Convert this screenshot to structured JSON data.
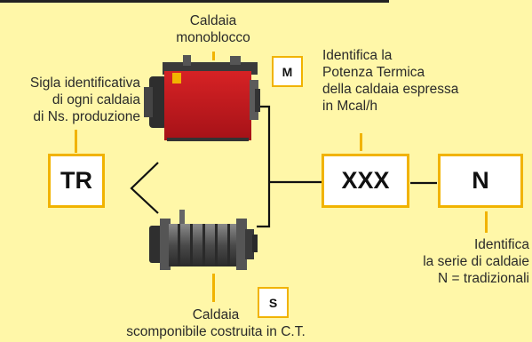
{
  "labels": {
    "caldaia_monoblocco": "Caldaia\nmonoblocco",
    "sigla": "Sigla identificativa\ndi ogni caldaia\ndi Ns. produzione",
    "potenza": "Identifica la\nPotenza Termica\ndella caldaia espressa\nin Mcal/h",
    "serie": "Identifica\nla serie di caldaie\nN = tradizionali",
    "caldaia_scomponibile": "Caldaia\nscomponibile costruita in C.T."
  },
  "codes": {
    "tr": "TR",
    "xxx": "XXX",
    "n": "N",
    "m": "M",
    "s": "S"
  },
  "colors": {
    "background": "#fff7a8",
    "box_border": "#f1b300",
    "boiler_red": "#c8161d",
    "boiler_gray": "#4a4a4a"
  }
}
